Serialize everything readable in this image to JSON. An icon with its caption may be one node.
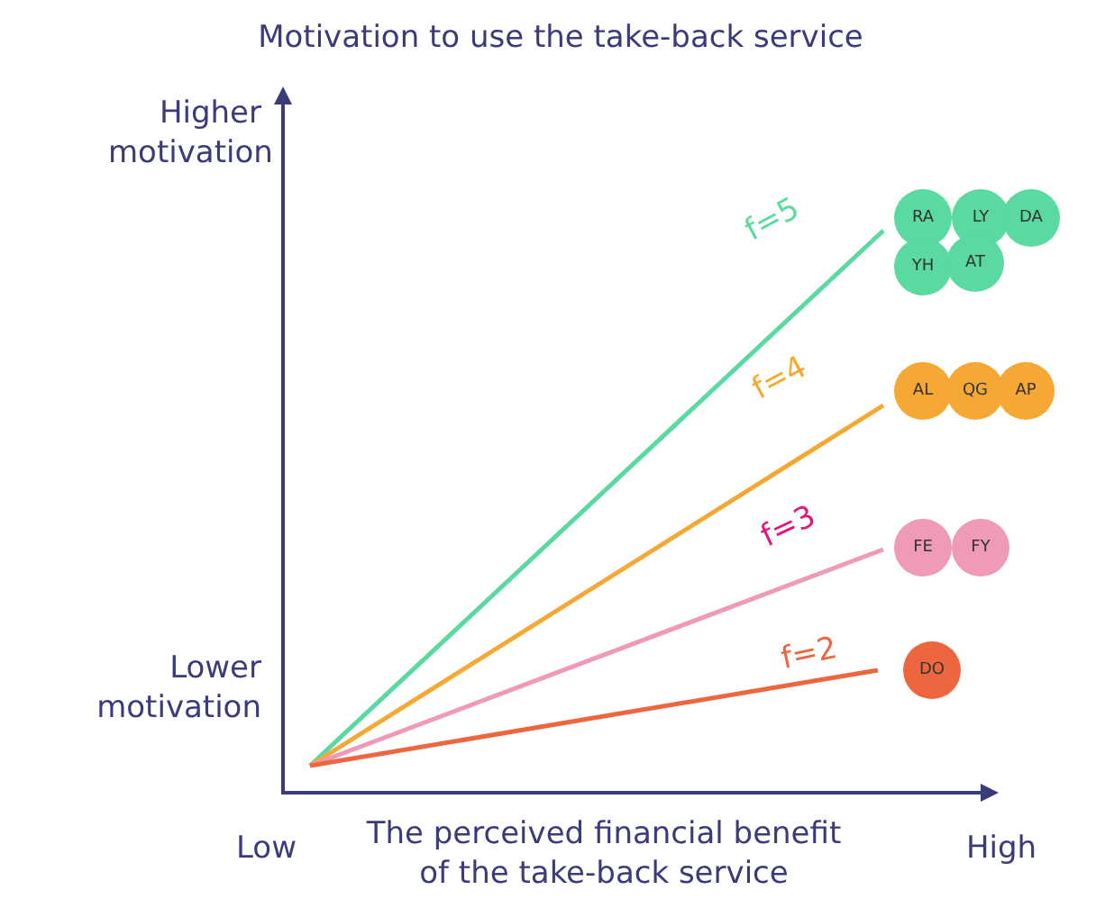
{
  "diagram": {
    "title": "Motivation to use the take-back service",
    "nodes": [
      {
        "text": [
          "RA"
        ]
      },
      {
        "text": [
          "LY"
        ]
      },
      {
        "text": [
          "DA"
        ]
      },
      {
        "text": [
          "YH"
        ]
      },
      {
        "text": [
          "AT"
        ]
      },
      {
        "text": [
          "AL"
        ]
      },
      {
        "text": [
          "QG"
        ]
      },
      {
        "text": [
          "AP"
        ]
      },
      {
        "text": [
          "FE"
        ]
      },
      {
        "text": [
          "FY"
        ]
      },
      {
        "text": [
          "DO"
        ]
      }
    ],
    "labels": [
      "Higher motivation",
      "f=5",
      "f=4",
      "f=3",
      "Lower motivation",
      "f=2",
      "Low",
      "The perceived financial benefit of the take-back service",
      "High"
    ]
  }
}
